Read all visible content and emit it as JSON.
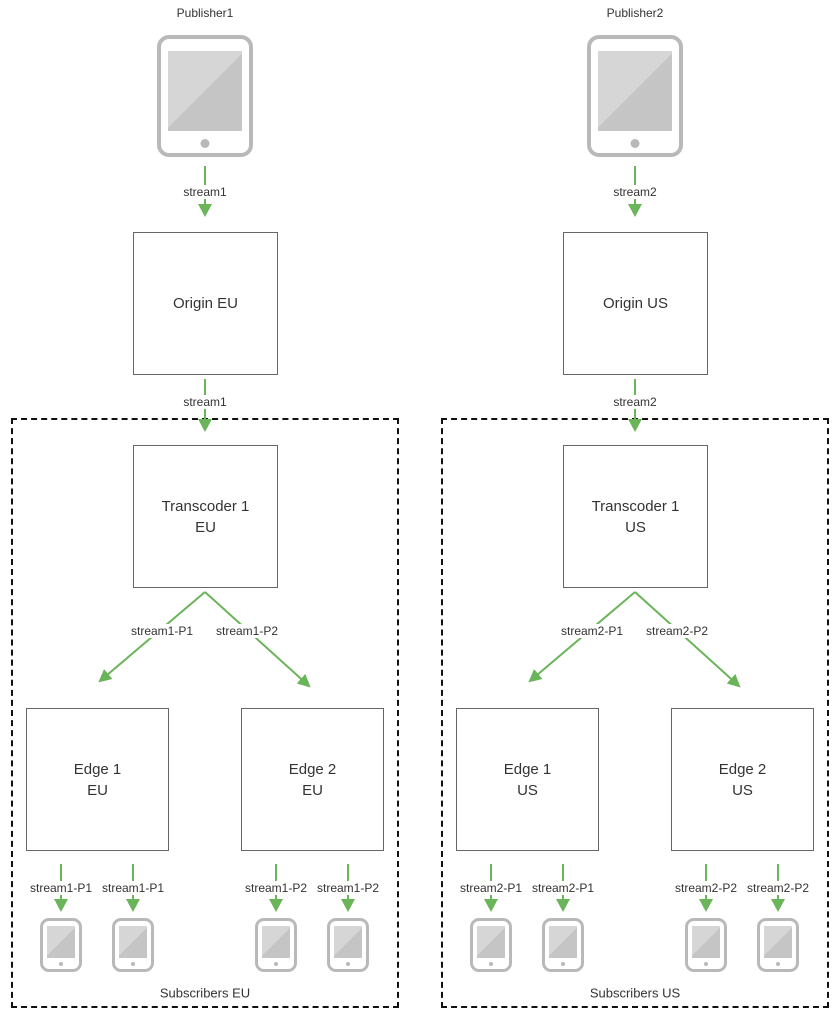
{
  "colors": {
    "arrow_green": "#6ab45a",
    "box_border": "#666666",
    "boundary_dash": "#111111",
    "tablet_gray": "#b9b9b9",
    "text": "#333333"
  },
  "columns": [
    {
      "publisher": "Publisher1",
      "publish_stream": "stream1",
      "origin": "Origin EU",
      "ingest_stream": "stream1",
      "transcoder": "Transcoder 1\nEU",
      "branch_left": "stream1-P1",
      "branch_right": "stream1-P2",
      "edge1": "Edge 1\nEU",
      "edge2": "Edge 2\nEU",
      "sub_streams": [
        "stream1-P1",
        "stream1-P1",
        "stream1-P2",
        "stream1-P2"
      ],
      "subscribers": "Subscribers EU"
    },
    {
      "publisher": "Publisher2",
      "publish_stream": "stream2",
      "origin": "Origin US",
      "ingest_stream": "stream2",
      "transcoder": "Transcoder 1\nUS",
      "branch_left": "stream2-P1",
      "branch_right": "stream2-P2",
      "edge1": "Edge 1\nUS",
      "edge2": "Edge 2\nUS",
      "sub_streams": [
        "stream2-P1",
        "stream2-P1",
        "stream2-P2",
        "stream2-P2"
      ],
      "subscribers": "Subscribers US"
    }
  ]
}
